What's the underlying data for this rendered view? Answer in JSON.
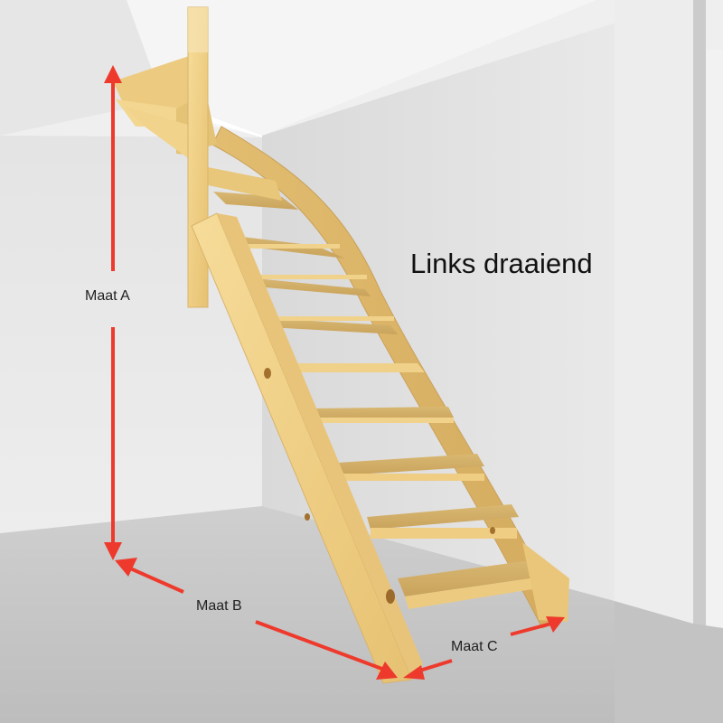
{
  "diagram": {
    "title": "Links draaiend",
    "subject": "quarter-turn staircase (left turning)",
    "measurements": [
      {
        "id": "A",
        "label": "Maat A",
        "meaning": "vertical height floor to top"
      },
      {
        "id": "B",
        "label": "Maat B",
        "meaning": "horizontal depth along floor"
      },
      {
        "id": "C",
        "label": "Maat C",
        "meaning": "stair width at bottom step"
      }
    ],
    "step_count_visible": 8,
    "colors": {
      "arrow": "#ee3a2c",
      "wood_light": "#f3d58f",
      "wood_mid": "#e8c277",
      "wood_dark": "#c9a35c",
      "wall_light": "#efefef",
      "wall_mid": "#e2e2e2",
      "wall_shade": "#d5d5d5",
      "floor": "#c6c6c6",
      "ceiling": "#f4f4f4",
      "text": "#222222"
    }
  }
}
